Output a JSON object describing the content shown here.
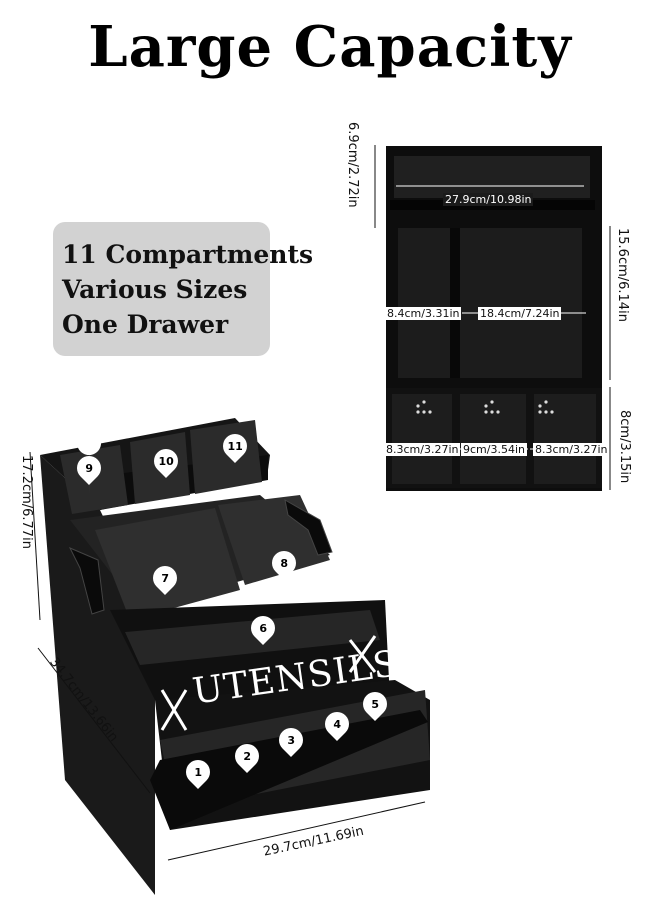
{
  "title": "Large Capacity",
  "features": [
    "11 Compartments",
    "Various Sizes",
    "One Drawer"
  ],
  "front_view": {
    "top_depth": "6.9cm/2.72in",
    "top_width": "27.9cm/10.98in",
    "middle_height": "15.6cm/6.14in",
    "middle_left_width": "8.4cm/3.31in",
    "middle_right_width": "18.4cm/7.24in",
    "drawer_height": "8cm/3.15in",
    "drawer_left_width": "8.3cm/3.27in",
    "drawer_middle_width": "9cm/3.54in",
    "drawer_right_width": "8.3cm/3.27in"
  },
  "product_view": {
    "height": "17.2cm/6.77in",
    "depth": "34.7cm/13.66in",
    "width": "29.7cm/11.69in",
    "front_text": "UTENSILS",
    "compartments": [
      "1",
      "2",
      "3",
      "4",
      "5",
      "6",
      "7",
      "8",
      "9",
      "10",
      "11"
    ]
  }
}
